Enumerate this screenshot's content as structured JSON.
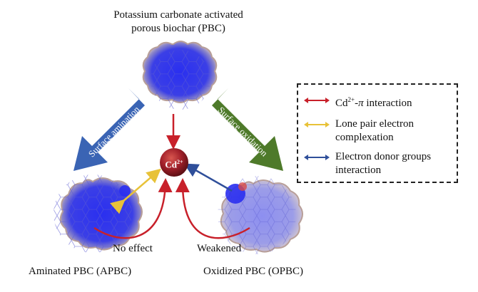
{
  "title_line1": "Potassium carbonate activated",
  "title_line2": "porous biochar (PBC)",
  "left_arrow_label": "Surface amination",
  "right_arrow_label": "Surface oxidation",
  "center_ion": "Cd2+",
  "label_no_effect": "No effect",
  "label_weakened": "Weakened",
  "label_aminated": "Aminated PBC (APBC)",
  "label_oxidized": "Oxidized PBC (OPBC)",
  "colors": {
    "red_arrow": "#c8202a",
    "yellow_arrow": "#e8c238",
    "blue_arrow": "#2f4f9a",
    "amination_arrow": "#3a64b4",
    "oxidation_arrow": "#4e7a2a",
    "ion": "#9b1f24"
  },
  "legend": [
    {
      "text_line1": "Cd²⁺-π interaction",
      "text_line2": "",
      "color": "#c8202a"
    },
    {
      "text_line1": "Lone pair electron",
      "text_line2": "complexation",
      "color": "#e8c238"
    },
    {
      "text_line1": "Electron donor groups",
      "text_line2": "interaction",
      "color": "#2f4f9a"
    }
  ]
}
